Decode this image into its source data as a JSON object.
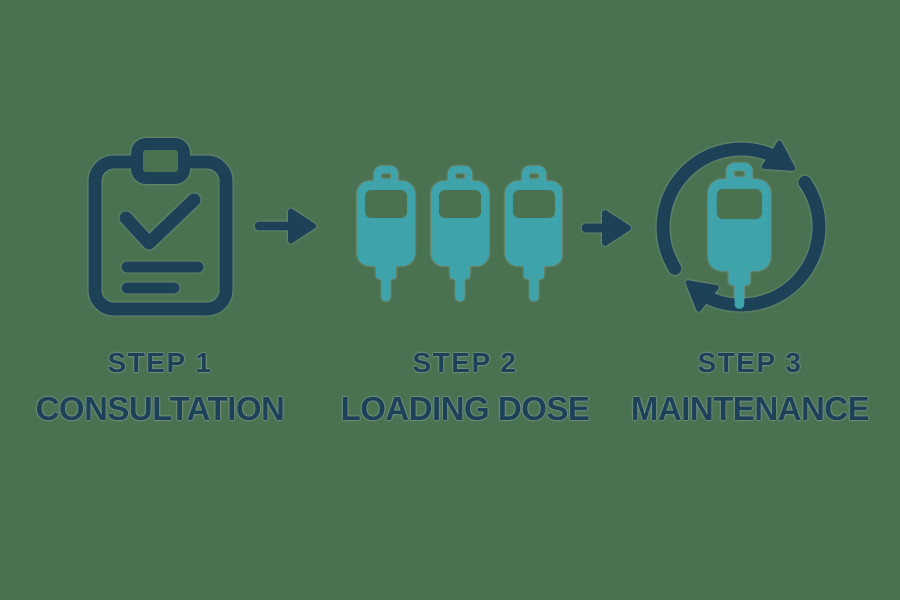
{
  "steps": [
    {
      "step_label": "STEP 1",
      "name": "CONSULTATION",
      "icon": "clipboard-check-icon"
    },
    {
      "step_label": "STEP 2",
      "name": "LOADING DOSE",
      "icon": "iv-bags-icon"
    },
    {
      "step_label": "STEP 3",
      "name": "MAINTENANCE",
      "icon": "iv-bag-cycle-icon"
    }
  ],
  "colors": {
    "background": "#4a7251",
    "navy": "#1d4157",
    "teal": "#3fa3ab",
    "text_halo": "#b9c4cc"
  }
}
